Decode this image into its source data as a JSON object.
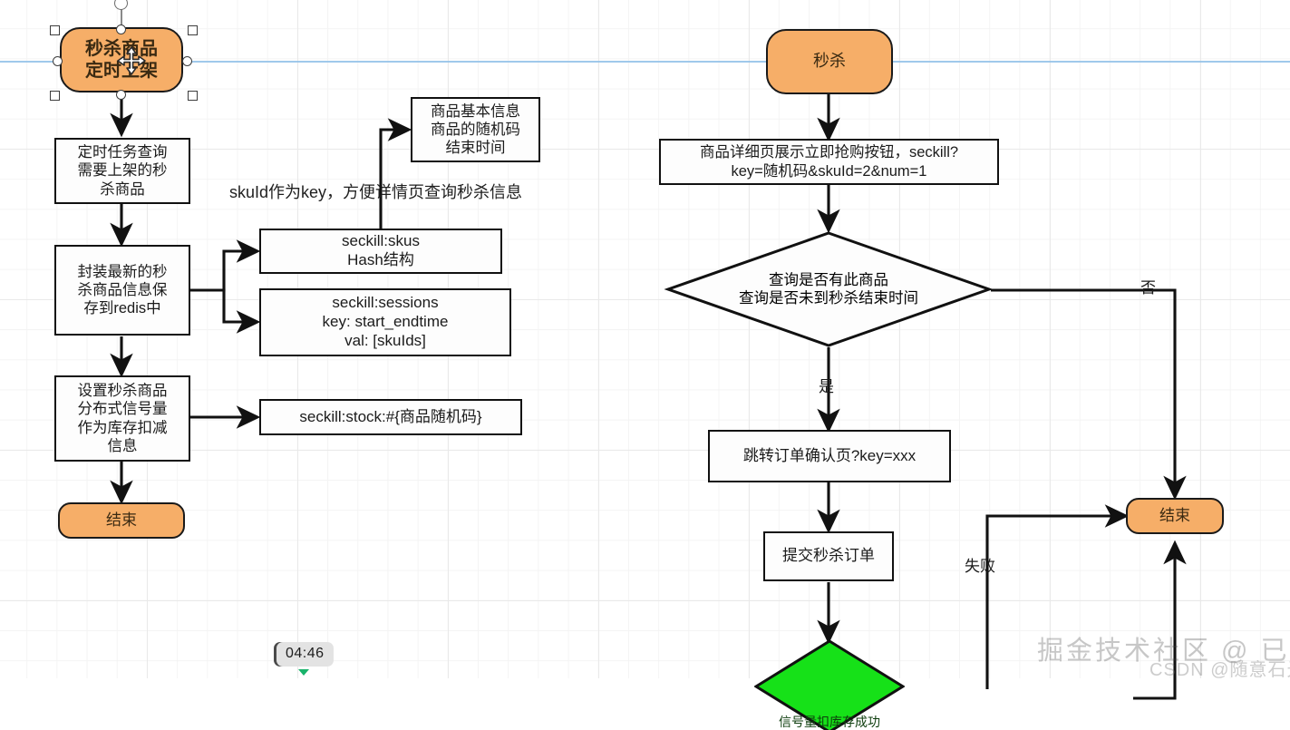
{
  "app": {
    "kind": "flowchart-diagram-editor",
    "background": "#ffffff",
    "grid_color": "#ececec",
    "accent_terminator": "#f6ae68",
    "accent_decision_highlight": "#16e118",
    "guide_color": "#8fc0e8"
  },
  "nodes": {
    "start_left": {
      "id": "start_left",
      "label": "秒杀商品\n定时上架",
      "shape": "terminator",
      "selected": true
    },
    "task_query": {
      "id": "task_query",
      "label": "定时任务查询\n需要上架的秒\n杀商品",
      "shape": "process"
    },
    "save_redis": {
      "id": "save_redis",
      "label": "封装最新的秒\n杀商品信息保\n存到redis中",
      "shape": "process"
    },
    "semaphore": {
      "id": "semaphore",
      "label": "设置秒杀商品\n分布式信号量\n作为库存扣减\n信息",
      "shape": "process"
    },
    "end_left": {
      "id": "end_left",
      "label": "结束",
      "shape": "terminator"
    },
    "sku_info": {
      "id": "sku_info",
      "label": "商品基本信息\n商品的随机码\n结束时间",
      "shape": "process"
    },
    "seckill_skus": {
      "id": "seckill_skus",
      "label": "seckill:skus\nHash结构",
      "shape": "process"
    },
    "seckill_sessions": {
      "id": "seckill_sessions",
      "label": "seckill:sessions\nkey: start_endtime\nval:  [skuIds]",
      "shape": "process"
    },
    "seckill_stock": {
      "id": "seckill_stock",
      "label": "seckill:stock:#{商品随机码}",
      "shape": "process"
    },
    "start_right": {
      "id": "start_right",
      "label": "秒杀",
      "shape": "terminator"
    },
    "detail_page": {
      "id": "detail_page",
      "label": "商品详细页展示立即抢购按钮，seckill?\nkey=随机码&skuId=2&num=1",
      "shape": "process"
    },
    "decision_check": {
      "id": "decision_check",
      "label": "查询是否有此商品\n查询是否未到秒杀结束时间",
      "shape": "decision"
    },
    "order_confirm": {
      "id": "order_confirm",
      "label": "跳转订单确认页?key=xxx",
      "shape": "process"
    },
    "submit_order": {
      "id": "submit_order",
      "label": "提交秒杀订单",
      "shape": "process"
    },
    "semaphore_check": {
      "id": "semaphore_check",
      "label": "信号量扣库存成功",
      "shape": "decision",
      "fill": "#16e118"
    },
    "end_right": {
      "id": "end_right",
      "label": "结束",
      "shape": "terminator"
    }
  },
  "edge_labels": {
    "yes": "是",
    "no": "否",
    "fail": "失败"
  },
  "annotations": {
    "sku_key_note": "skuId作为key，方便详情页查询秒杀信息"
  },
  "player": {
    "timecode": "04:46"
  },
  "watermarks": {
    "primary": "掘金技术社区 @ 已注销",
    "secondary": "CSDN @随意石光"
  }
}
